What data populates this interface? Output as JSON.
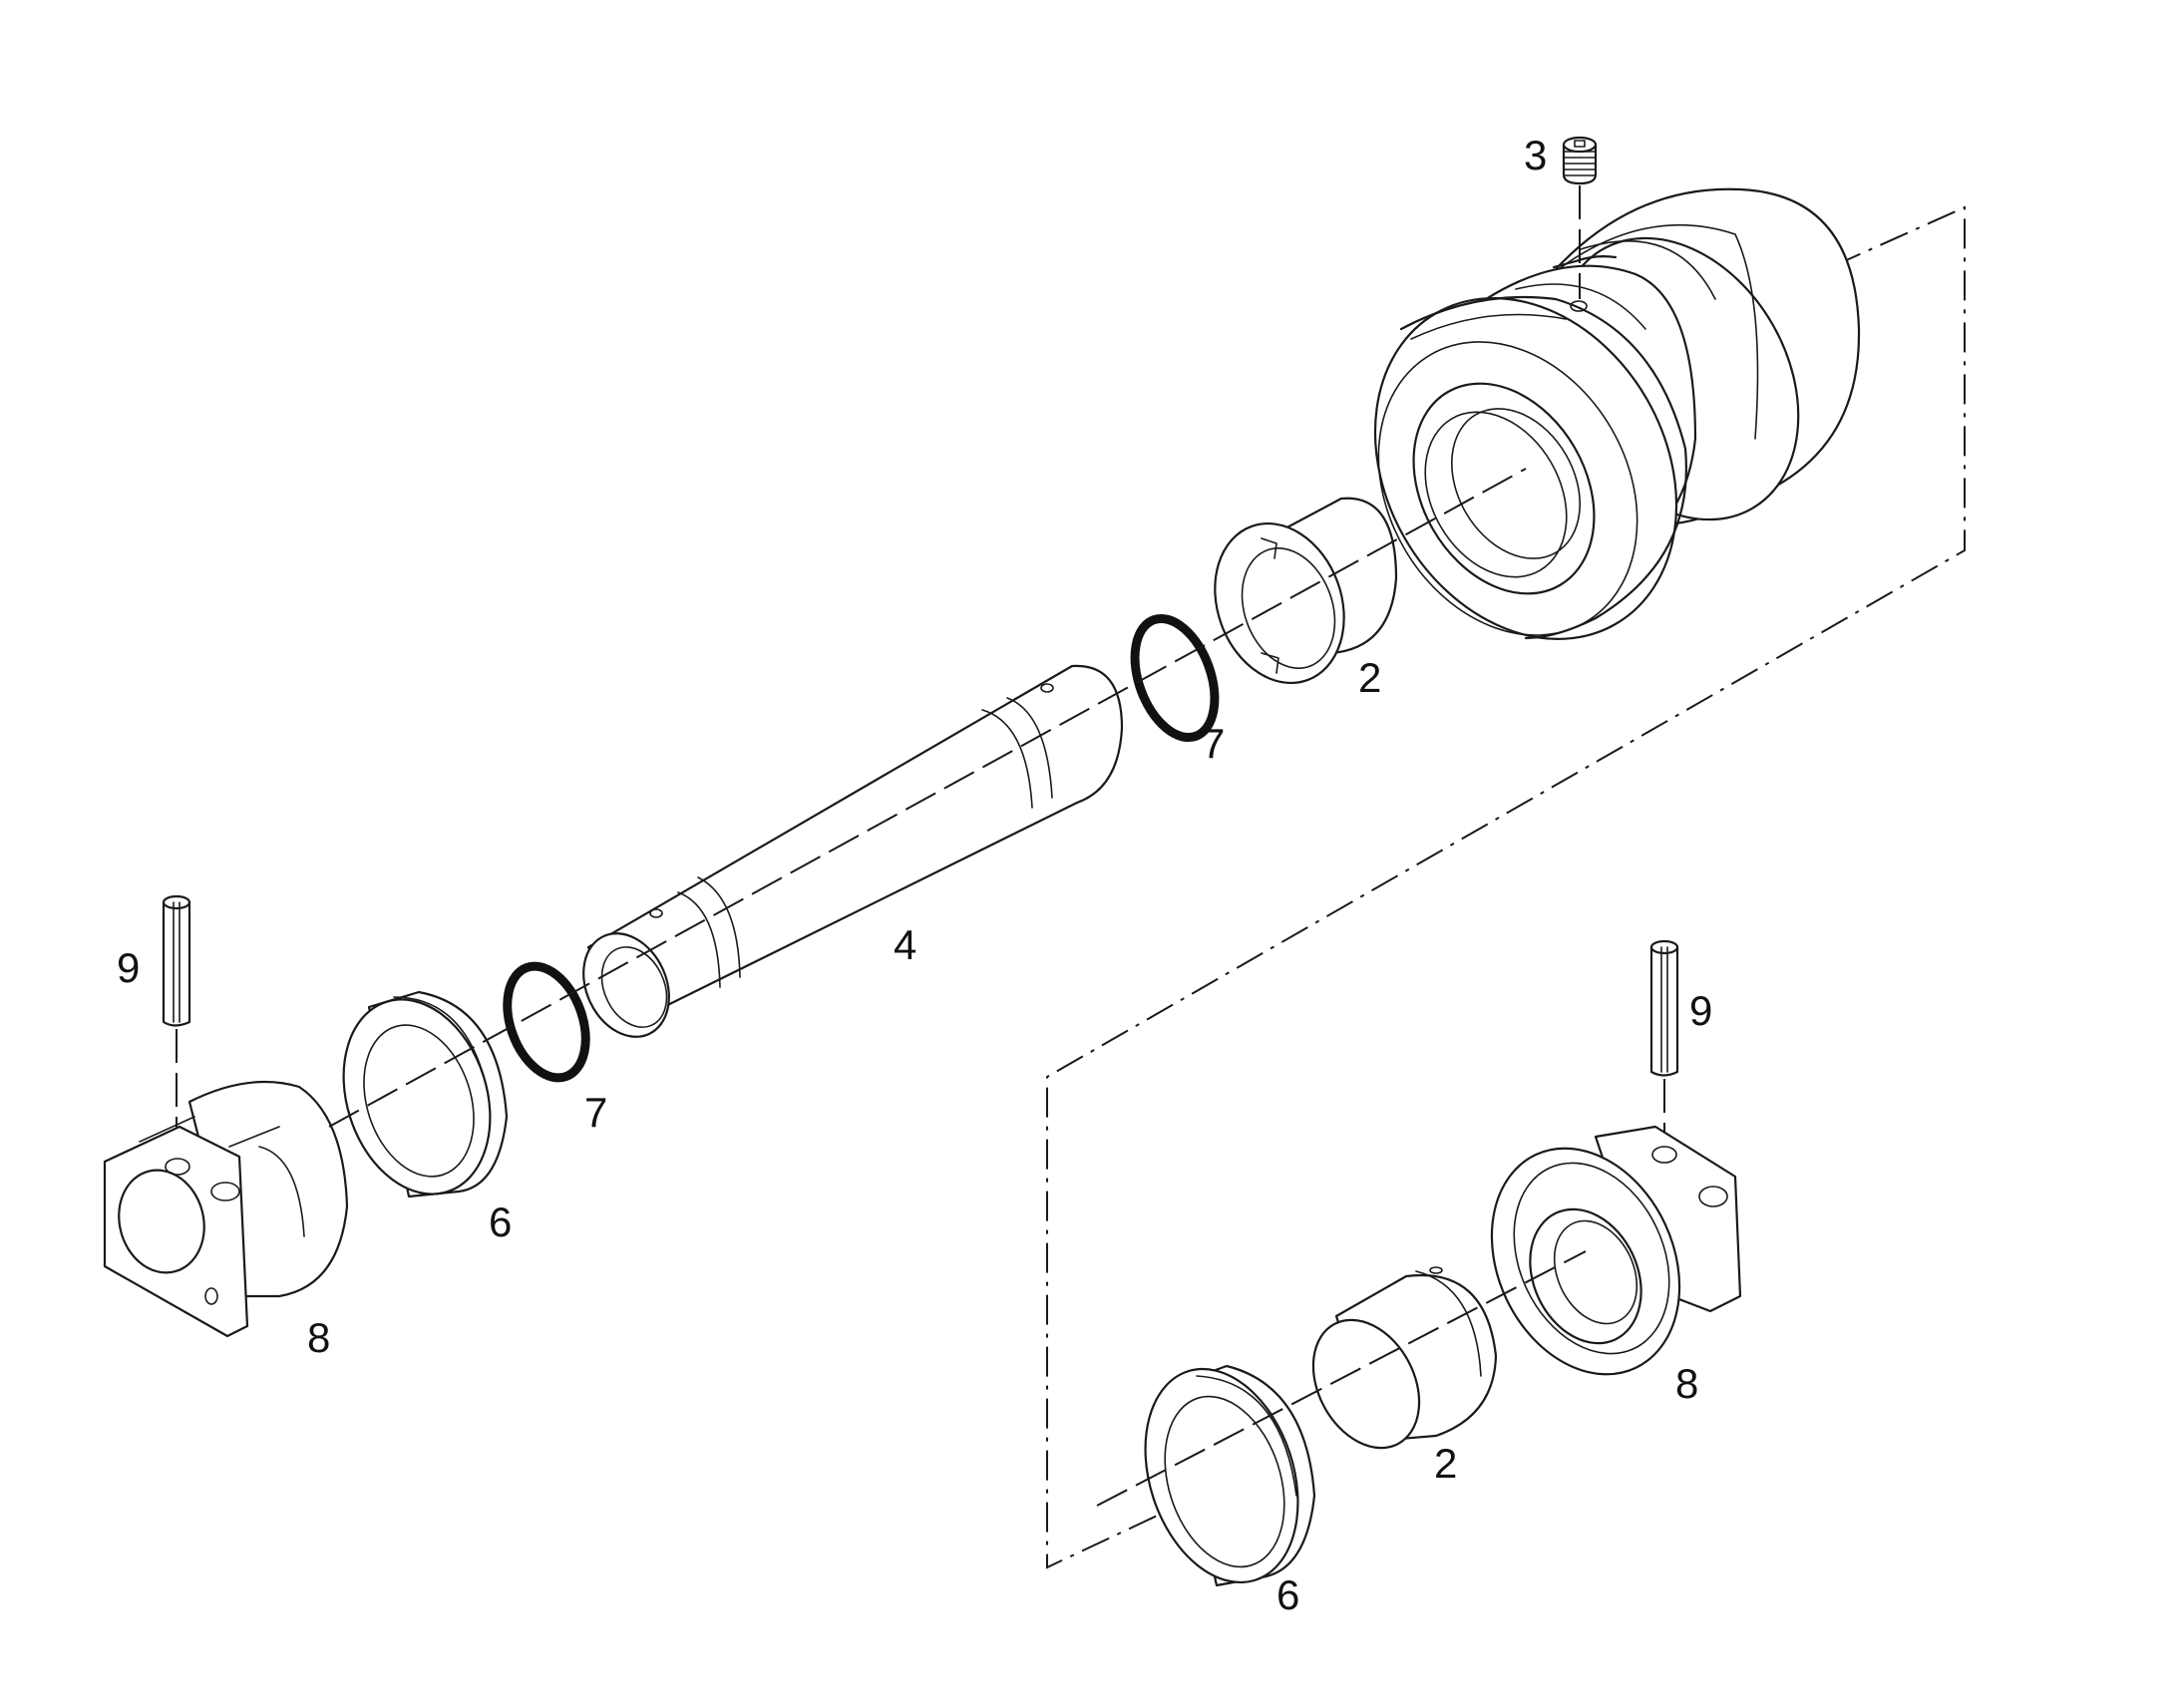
{
  "callouts": {
    "roller_bushing_screw": "3",
    "upper_bushing": "2",
    "upper_oring": "7",
    "shaft": "4",
    "left_pin": "9",
    "left_oring": "7",
    "left_seal": "6",
    "left_collar": "8",
    "right_pin": "9",
    "right_collar": "8",
    "lower_bushing": "2",
    "right_seal": "6"
  },
  "colors": {
    "line": "#1a1a1a",
    "background": "#ffffff"
  }
}
